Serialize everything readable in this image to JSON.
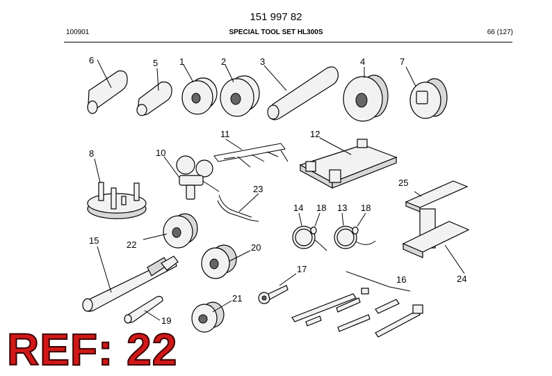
{
  "header": {
    "doc_number": "151 997 82",
    "code": "100901",
    "title": "SPECIAL TOOL SET HL300S",
    "page": "66 (127)"
  },
  "callouts": {
    "n1": "1",
    "n2": "2",
    "n3": "3",
    "n4": "4",
    "n5": "5",
    "n6": "6",
    "n7": "7",
    "n8": "8",
    "n10": "10",
    "n11": "11",
    "n12": "12",
    "n13": "13",
    "n14": "14",
    "n15": "15",
    "n16": "16",
    "n17": "17",
    "n18a": "18",
    "n18b": "18",
    "n19": "19",
    "n20": "20",
    "n21": "21",
    "n22": "22",
    "n23": "23",
    "n24": "24",
    "n25": "25"
  },
  "stamp": {
    "text": "REF: 22",
    "color": "#d01818"
  }
}
